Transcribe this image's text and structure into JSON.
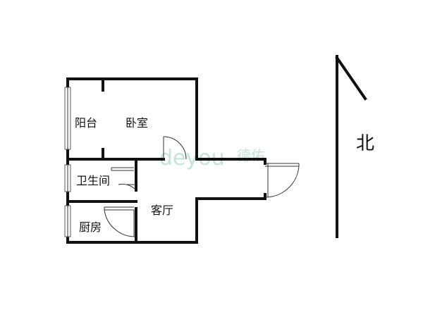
{
  "rooms": {
    "balcony": "阳台",
    "bedroom": "卧室",
    "bathroom": "卫生间",
    "living_room": "客厅",
    "kitchen": "厨房"
  },
  "compass": {
    "label": "北"
  },
  "watermark": {
    "brand": "deyou",
    "text_cn": "德佑"
  },
  "colors": {
    "wall": "#111111",
    "watermark": "#7fc4a0"
  }
}
